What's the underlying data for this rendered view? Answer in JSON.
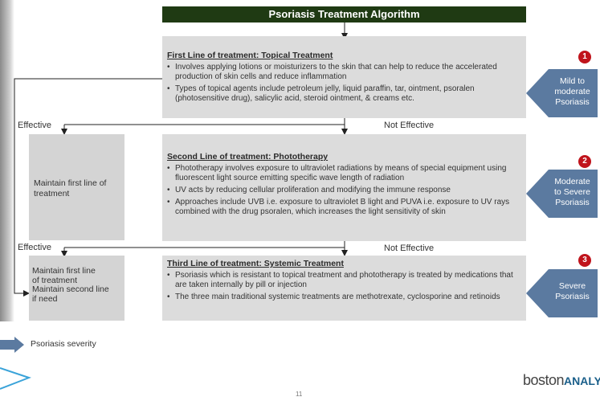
{
  "title": "Psoriasis Treatment Algorithm",
  "first_line": {
    "heading": "First Line of treatment:  Topical Treatment",
    "bullets": [
      "Involves applying lotions or moisturizers to the skin that can help to reduce the accelerated production of skin cells and reduce inflammation",
      "Types of topical agents include  petroleum jelly, liquid paraffin, tar, ointment, psoralen (photosensitive drug), salicylic acid, steroid ointment, & creams etc."
    ]
  },
  "second_line": {
    "heading": "Second Line of treatment:  Phototherapy",
    "bullets": [
      "Phototherapy involves exposure to ultraviolet radiations by means of special equipment using fluorescent light source emitting specific wave length of radiation",
      "UV acts by reducing cellular proliferation and modifying the immune response",
      "Approaches include UVB i.e. exposure to ultraviolet B light and PUVA i.e. exposure to UV rays combined with the drug psoralen, which increases the light sensitivity of skin"
    ]
  },
  "third_line": {
    "heading": "Third Line of treatment:  Systemic Treatment",
    "bullets": [
      "Psoriasis which is resistant to topical treatment and phototherapy is treated by medications that are taken internally  by pill or injection",
      "The three main traditional systemic treatments are methotrexate,  cyclosporine and retinoids"
    ]
  },
  "flow": {
    "effective_1": "Effective",
    "not_effective_1": "Not Effective",
    "effective_2": "Effective",
    "not_effective_2": "Not Effective",
    "maintain_1": "Maintain first line of treatment",
    "maintain_2_lines": [
      "Maintain first line",
      "of treatment",
      "Maintain second line",
      "if need"
    ]
  },
  "severity": [
    {
      "num": "1",
      "lines": [
        "Mild to",
        "moderate",
        "Psoriasis"
      ]
    },
    {
      "num": "2",
      "lines": [
        "Moderate",
        "to Severe",
        "Psoriasis"
      ]
    },
    {
      "num": "3",
      "lines": [
        "Severe",
        "Psoriasis"
      ]
    }
  ],
  "legend": "Psoriasis severity",
  "logo": {
    "part1": "boston",
    "part2": "ANALYTICS"
  },
  "page_number": "11",
  "colors": {
    "title_bg": "#1f3a13",
    "box_bg": "#dcdcdc",
    "arrow": "#5b7aa0",
    "badge": "#c0141c"
  }
}
